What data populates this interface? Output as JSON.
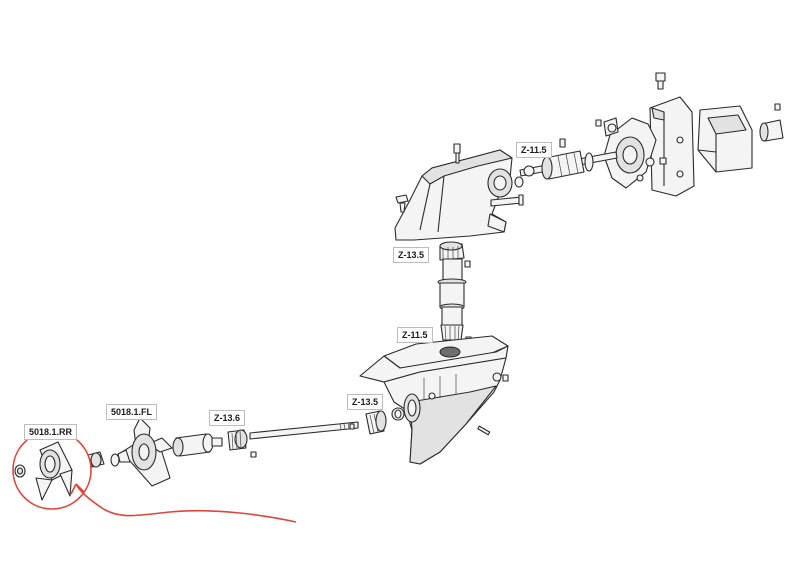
{
  "labels": {
    "z_11_5_top": "Z-11.5",
    "z_13_5_vertical": "Z-13.5",
    "z_11_5_middle": "Z-11.5",
    "z_13_5_lower": "Z-13.5",
    "z_13_6": "Z-13.6",
    "propeller_fl": "5018.1.FL",
    "propeller_rr": "5018.1.RR"
  },
  "colors": {
    "line": "#2b2b2b",
    "highlight": "#e0453a",
    "part_fill": "#f4f4f4"
  }
}
